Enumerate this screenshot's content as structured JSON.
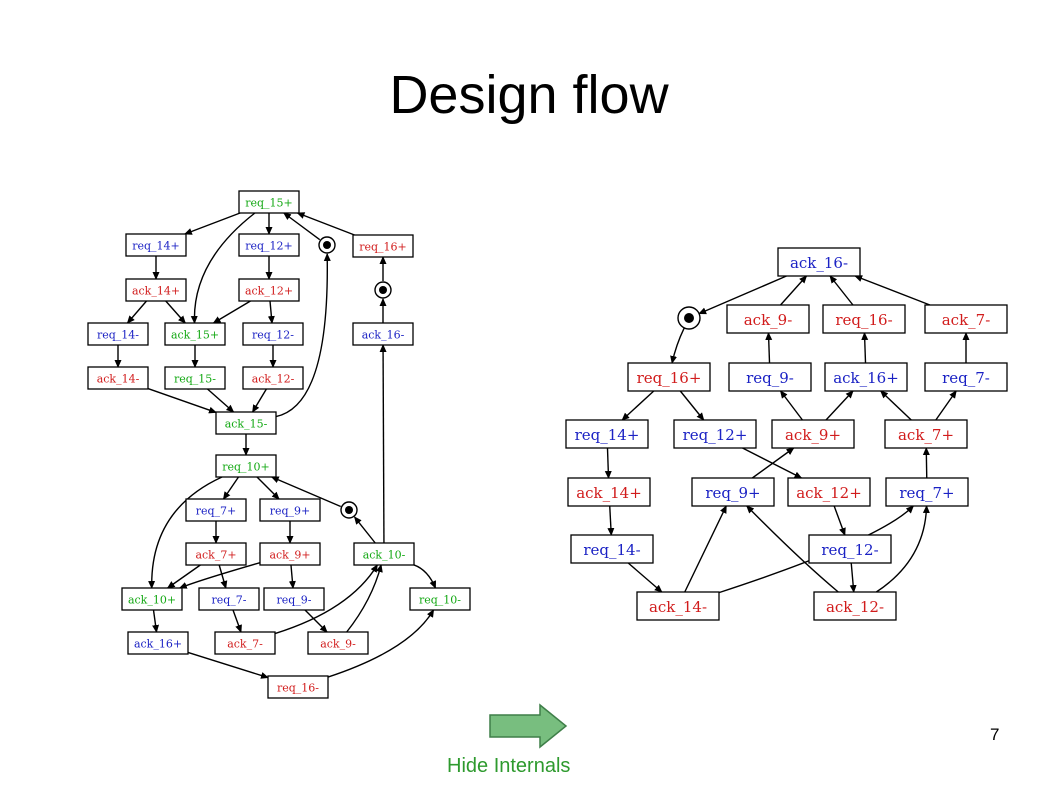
{
  "slide": {
    "title": "Design flow",
    "page_number": "7",
    "action_label": "Hide Internals"
  },
  "colors": {
    "green": "#13a813",
    "blue": "#1b22c4",
    "red": "#d11c1c",
    "action_arrow": "#78be7f"
  },
  "icons": {
    "next": "right-arrow-icon",
    "token": "token-place-icon"
  },
  "left_graph": {
    "nodes": [
      {
        "id": "L_req_15p",
        "label": "req_15+",
        "color": "green"
      },
      {
        "id": "L_req_14p",
        "label": "req_14+",
        "color": "blue"
      },
      {
        "id": "L_req_12p",
        "label": "req_12+",
        "color": "blue"
      },
      {
        "id": "L_req_16p",
        "label": "req_16+",
        "color": "red"
      },
      {
        "id": "L_ack_14p",
        "label": "ack_14+",
        "color": "red"
      },
      {
        "id": "L_ack_12p",
        "label": "ack_12+",
        "color": "red"
      },
      {
        "id": "L_req_14m",
        "label": "req_14-",
        "color": "blue"
      },
      {
        "id": "L_ack_15p",
        "label": "ack_15+",
        "color": "green"
      },
      {
        "id": "L_req_12m",
        "label": "req_12-",
        "color": "blue"
      },
      {
        "id": "L_ack_16m",
        "label": "ack_16-",
        "color": "blue"
      },
      {
        "id": "L_ack_14m",
        "label": "ack_14-",
        "color": "red"
      },
      {
        "id": "L_req_15m",
        "label": "req_15-",
        "color": "green"
      },
      {
        "id": "L_ack_12m",
        "label": "ack_12-",
        "color": "red"
      },
      {
        "id": "L_ack_15m",
        "label": "ack_15-",
        "color": "green"
      },
      {
        "id": "L_req_10p",
        "label": "req_10+",
        "color": "green"
      },
      {
        "id": "L_req_7p",
        "label": "req_7+",
        "color": "blue"
      },
      {
        "id": "L_req_9p",
        "label": "req_9+",
        "color": "blue"
      },
      {
        "id": "L_ack_7p",
        "label": "ack_7+",
        "color": "red"
      },
      {
        "id": "L_ack_9p",
        "label": "ack_9+",
        "color": "red"
      },
      {
        "id": "L_ack_10m",
        "label": "ack_10-",
        "color": "green"
      },
      {
        "id": "L_ack_10p",
        "label": "ack_10+",
        "color": "green"
      },
      {
        "id": "L_req_7m",
        "label": "req_7-",
        "color": "blue"
      },
      {
        "id": "L_req_9m",
        "label": "req_9-",
        "color": "blue"
      },
      {
        "id": "L_req_10m",
        "label": "req_10-",
        "color": "green"
      },
      {
        "id": "L_ack_16p",
        "label": "ack_16+",
        "color": "blue"
      },
      {
        "id": "L_ack_7m",
        "label": "ack_7-",
        "color": "red"
      },
      {
        "id": "L_ack_9m",
        "label": "ack_9-",
        "color": "red"
      },
      {
        "id": "L_req_16m",
        "label": "req_16-",
        "color": "red"
      }
    ],
    "places": [
      "L_P1",
      "L_P2",
      "L_P3"
    ],
    "edges": [
      [
        "L_req_15p",
        "L_req_14p"
      ],
      [
        "L_req_15p",
        "L_req_12p"
      ],
      [
        "L_req_15p",
        "L_ack_15p"
      ],
      [
        "L_req_14p",
        "L_ack_14p"
      ],
      [
        "L_req_12p",
        "L_ack_12p"
      ],
      [
        "L_ack_14p",
        "L_req_14m"
      ],
      [
        "L_ack_14p",
        "L_ack_15p"
      ],
      [
        "L_ack_12p",
        "L_ack_15p"
      ],
      [
        "L_ack_12p",
        "L_req_12m"
      ],
      [
        "L_req_14m",
        "L_ack_14m"
      ],
      [
        "L_ack_15p",
        "L_req_15m"
      ],
      [
        "L_req_12m",
        "L_ack_12m"
      ],
      [
        "L_ack_14m",
        "L_ack_15m"
      ],
      [
        "L_req_15m",
        "L_ack_15m"
      ],
      [
        "L_ack_12m",
        "L_ack_15m"
      ],
      [
        "L_ack_15m",
        "L_P1"
      ],
      [
        "L_P1",
        "L_req_15p"
      ],
      [
        "L_req_16p",
        "L_req_15p"
      ],
      [
        "L_P2",
        "L_req_16p"
      ],
      [
        "L_ack_16m",
        "L_P2"
      ],
      [
        "L_ack_15m",
        "L_req_10p"
      ],
      [
        "L_req_10p",
        "L_req_7p"
      ],
      [
        "L_req_10p",
        "L_req_9p"
      ],
      [
        "L_req_10p",
        "L_ack_10p"
      ],
      [
        "L_req_7p",
        "L_ack_7p"
      ],
      [
        "L_req_9p",
        "L_ack_9p"
      ],
      [
        "L_ack_10m",
        "L_ack_16m"
      ],
      [
        "L_ack_10m",
        "L_P3"
      ],
      [
        "L_P3",
        "L_req_10p"
      ],
      [
        "L_ack_7p",
        "L_ack_10p"
      ],
      [
        "L_ack_7p",
        "L_req_7m"
      ],
      [
        "L_ack_9p",
        "L_ack_10p"
      ],
      [
        "L_ack_9p",
        "L_req_9m"
      ],
      [
        "L_ack_10m",
        "L_req_10m"
      ],
      [
        "L_ack_10p",
        "L_ack_16p"
      ],
      [
        "L_req_7m",
        "L_ack_7m"
      ],
      [
        "L_req_9m",
        "L_ack_9m"
      ],
      [
        "L_ack_7m",
        "L_ack_10m"
      ],
      [
        "L_ack_9m",
        "L_ack_10m"
      ],
      [
        "L_ack_16p",
        "L_req_16m"
      ],
      [
        "L_req_16m",
        "L_req_10m"
      ]
    ]
  },
  "right_graph": {
    "nodes": [
      {
        "id": "R_ack_16m",
        "label": "ack_16-",
        "color": "blue"
      },
      {
        "id": "R_ack_9m",
        "label": "ack_9-",
        "color": "red"
      },
      {
        "id": "R_req_16m",
        "label": "req_16-",
        "color": "red"
      },
      {
        "id": "R_ack_7m",
        "label": "ack_7-",
        "color": "red"
      },
      {
        "id": "R_req_16p",
        "label": "req_16+",
        "color": "red"
      },
      {
        "id": "R_req_9m",
        "label": "req_9-",
        "color": "blue"
      },
      {
        "id": "R_ack_16p",
        "label": "ack_16+",
        "color": "blue"
      },
      {
        "id": "R_req_7m",
        "label": "req_7-",
        "color": "blue"
      },
      {
        "id": "R_req_14p",
        "label": "req_14+",
        "color": "blue"
      },
      {
        "id": "R_req_12p",
        "label": "req_12+",
        "color": "blue"
      },
      {
        "id": "R_ack_9p",
        "label": "ack_9+",
        "color": "red"
      },
      {
        "id": "R_ack_7p",
        "label": "ack_7+",
        "color": "red"
      },
      {
        "id": "R_ack_14p",
        "label": "ack_14+",
        "color": "red"
      },
      {
        "id": "R_req_9p",
        "label": "req_9+",
        "color": "blue"
      },
      {
        "id": "R_ack_12p",
        "label": "ack_12+",
        "color": "red"
      },
      {
        "id": "R_req_7p",
        "label": "req_7+",
        "color": "blue"
      },
      {
        "id": "R_req_14m",
        "label": "req_14-",
        "color": "blue"
      },
      {
        "id": "R_req_12m",
        "label": "req_12-",
        "color": "blue"
      },
      {
        "id": "R_ack_14m",
        "label": "ack_14-",
        "color": "red"
      },
      {
        "id": "R_ack_12m",
        "label": "ack_12-",
        "color": "red"
      }
    ],
    "places": [
      "R_P1"
    ],
    "edges": [
      [
        "R_ack_16m",
        "R_P1"
      ],
      [
        "R_P1",
        "R_req_16p"
      ],
      [
        "R_ack_9m",
        "R_ack_16m"
      ],
      [
        "R_req_16m",
        "R_ack_16m"
      ],
      [
        "R_ack_7m",
        "R_ack_16m"
      ],
      [
        "R_req_9m",
        "R_ack_9m"
      ],
      [
        "R_ack_16p",
        "R_req_16m"
      ],
      [
        "R_req_7m",
        "R_ack_7m"
      ],
      [
        "R_req_16p",
        "R_req_14p"
      ],
      [
        "R_req_16p",
        "R_req_12p"
      ],
      [
        "R_ack_9p",
        "R_req_9m"
      ],
      [
        "R_ack_9p",
        "R_ack_16p"
      ],
      [
        "R_ack_7p",
        "R_ack_16p"
      ],
      [
        "R_ack_7p",
        "R_req_7m"
      ],
      [
        "R_req_14p",
        "R_ack_14p"
      ],
      [
        "R_req_12p",
        "R_ack_12p"
      ],
      [
        "R_req_9p",
        "R_ack_9p"
      ],
      [
        "R_req_7p",
        "R_ack_7p"
      ],
      [
        "R_ack_14p",
        "R_req_14m"
      ],
      [
        "R_ack_12p",
        "R_req_12m"
      ],
      [
        "R_req_14m",
        "R_ack_14m"
      ],
      [
        "R_req_12m",
        "R_ack_12m"
      ],
      [
        "R_ack_14m",
        "R_req_9p"
      ],
      [
        "R_ack_14m",
        "R_req_7p"
      ],
      [
        "R_ack_12m",
        "R_req_9p"
      ],
      [
        "R_ack_12m",
        "R_req_7p"
      ]
    ]
  }
}
